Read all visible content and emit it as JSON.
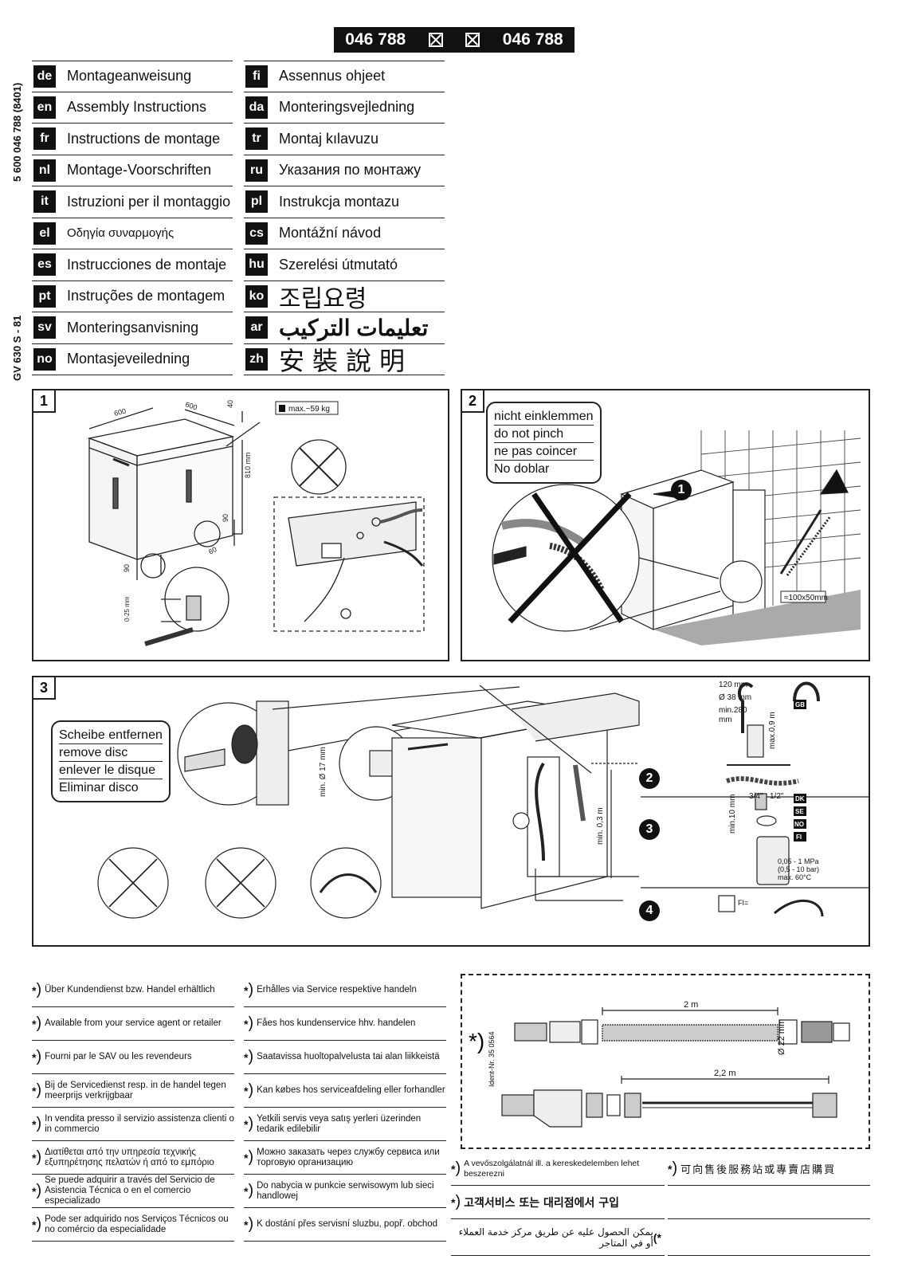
{
  "header": {
    "code_left": "046 788",
    "code_right": "046 788"
  },
  "side_labels": {
    "article": "5 600 046 788 (8401)",
    "model": "GV 630 S - 81"
  },
  "languages_left": [
    {
      "code": "de",
      "name": "Montageanweisung"
    },
    {
      "code": "en",
      "name": "Assembly Instructions"
    },
    {
      "code": "fr",
      "name": "Instructions de montage"
    },
    {
      "code": "nl",
      "name": "Montage-Voorschriften"
    },
    {
      "code": "it",
      "name": "Istruzioni per il montaggio"
    },
    {
      "code": "el",
      "name": "Οδηγία συναρμογής"
    },
    {
      "code": "es",
      "name": "Instrucciones de montaje"
    },
    {
      "code": "pt",
      "name": "Instruções de montagem"
    },
    {
      "code": "sv",
      "name": "Monteringsanvisning"
    },
    {
      "code": "no",
      "name": "Montasjeveiledning"
    }
  ],
  "languages_right": [
    {
      "code": "fi",
      "name": "Assennus ohjeet"
    },
    {
      "code": "da",
      "name": "Monteringsvejledning"
    },
    {
      "code": "tr",
      "name": "Montaj kılavuzu"
    },
    {
      "code": "ru",
      "name": "Указания по монтажу"
    },
    {
      "code": "pl",
      "name": "Instrukcja montazu"
    },
    {
      "code": "cs",
      "name": "Montážní návod"
    },
    {
      "code": "hu",
      "name": "Szerelési útmutató"
    },
    {
      "code": "ko",
      "name": "조립요령"
    },
    {
      "code": "ar",
      "name": "تعليمات التركيب"
    },
    {
      "code": "zh",
      "name": "安裝說明"
    }
  ],
  "panel1": {
    "number": "1",
    "dim_width": "600",
    "dim_depth": "600",
    "dim_top": "40",
    "dim_height": "810 mm",
    "dim_90a": "90",
    "dim_90b": "90",
    "dim_60": "60",
    "dim_feet": "0-25 mm",
    "weight": "max.~59 kg"
  },
  "panel2": {
    "number": "2",
    "notes": [
      "nicht einklemmen",
      "do not pinch",
      "ne pas coincer",
      "No doblar"
    ],
    "callout": "1",
    "opening": "≈100x50mm"
  },
  "panel3": {
    "number": "3",
    "notes": [
      "Scheibe entfernen",
      "remove disc",
      "enlever le disque",
      "Eliminar disco"
    ],
    "min_dia": "min. Ø 17 mm",
    "min_height": "min. 0,3 m",
    "callouts": [
      "2",
      "3",
      "4"
    ],
    "gb": {
      "d120": "120 mm",
      "d38": "Ø 38 mm",
      "min280": "min.280",
      "mm": "mm",
      "max09": "max.0,9 m",
      "tag": "GB"
    },
    "thread": {
      "t34": "3/4\"",
      "t12": "1/2\"",
      "min10": "min.10 mm",
      "tags": [
        "DK",
        "SE",
        "NO",
        "FI"
      ]
    },
    "pressure": [
      "0,05 - 1 MPa",
      "(0,5 - 10 bar)",
      "max. 60°C"
    ],
    "fi": "FI="
  },
  "footer_left": [
    "Über Kundendienst bzw. Handel erhältlich",
    "Available from your service agent or retailer",
    "Fourni par le SAV ou les revendeurs",
    "Bij de Servicedienst resp. in de handel tegen meerprijs verkrijgbaar",
    "In vendita presso il servizio assistenza clienti o in commercio",
    "Διατίθεται από την υπηρεσία τεχνικής εξυπηρέτησης πελατών ή από το εμπόριο",
    "Se puede adquirir a través del Servicio de Asistencia Técnica o en el comercio especializado",
    "Pode ser adquirido nos Serviços Técnicos ou no comércio da especialidade"
  ],
  "footer_mid": [
    "Erhålles via Service respektive handeln",
    "Fåes hos kundenservice hhv. handelen",
    "Saatavissa huoltopalvelusta tai alan liikkeistä",
    "Kan købes hos serviceafdeling eller forhandler",
    "Yetkili servis veya satış yerleri üzerinden tedarik edilebilir",
    "Можно заказать через службу сервиса или торговую организацию",
    "Do nabycia w punkcie serwisowym lub sieci handlowej",
    "K dostání přes servisní sluzbu, popř. obchod"
  ],
  "footer_right": {
    "hu": "A vevőszolgálatnál ill. a kereskedelemben lehet beszerezni",
    "zh": "可向售後服務站或專賣店購買",
    "ko": "고객서비스 또는 대리점에서 구입",
    "ar": "يمكن الحصول عليه عن طريق مركز خدمة العملاء أو في المتاجر"
  },
  "accessory": {
    "ident": "Ident-Nr. 35 0564",
    "len1": "2 m",
    "dia": "Ø 22 mm",
    "len2": "2,2 m"
  }
}
